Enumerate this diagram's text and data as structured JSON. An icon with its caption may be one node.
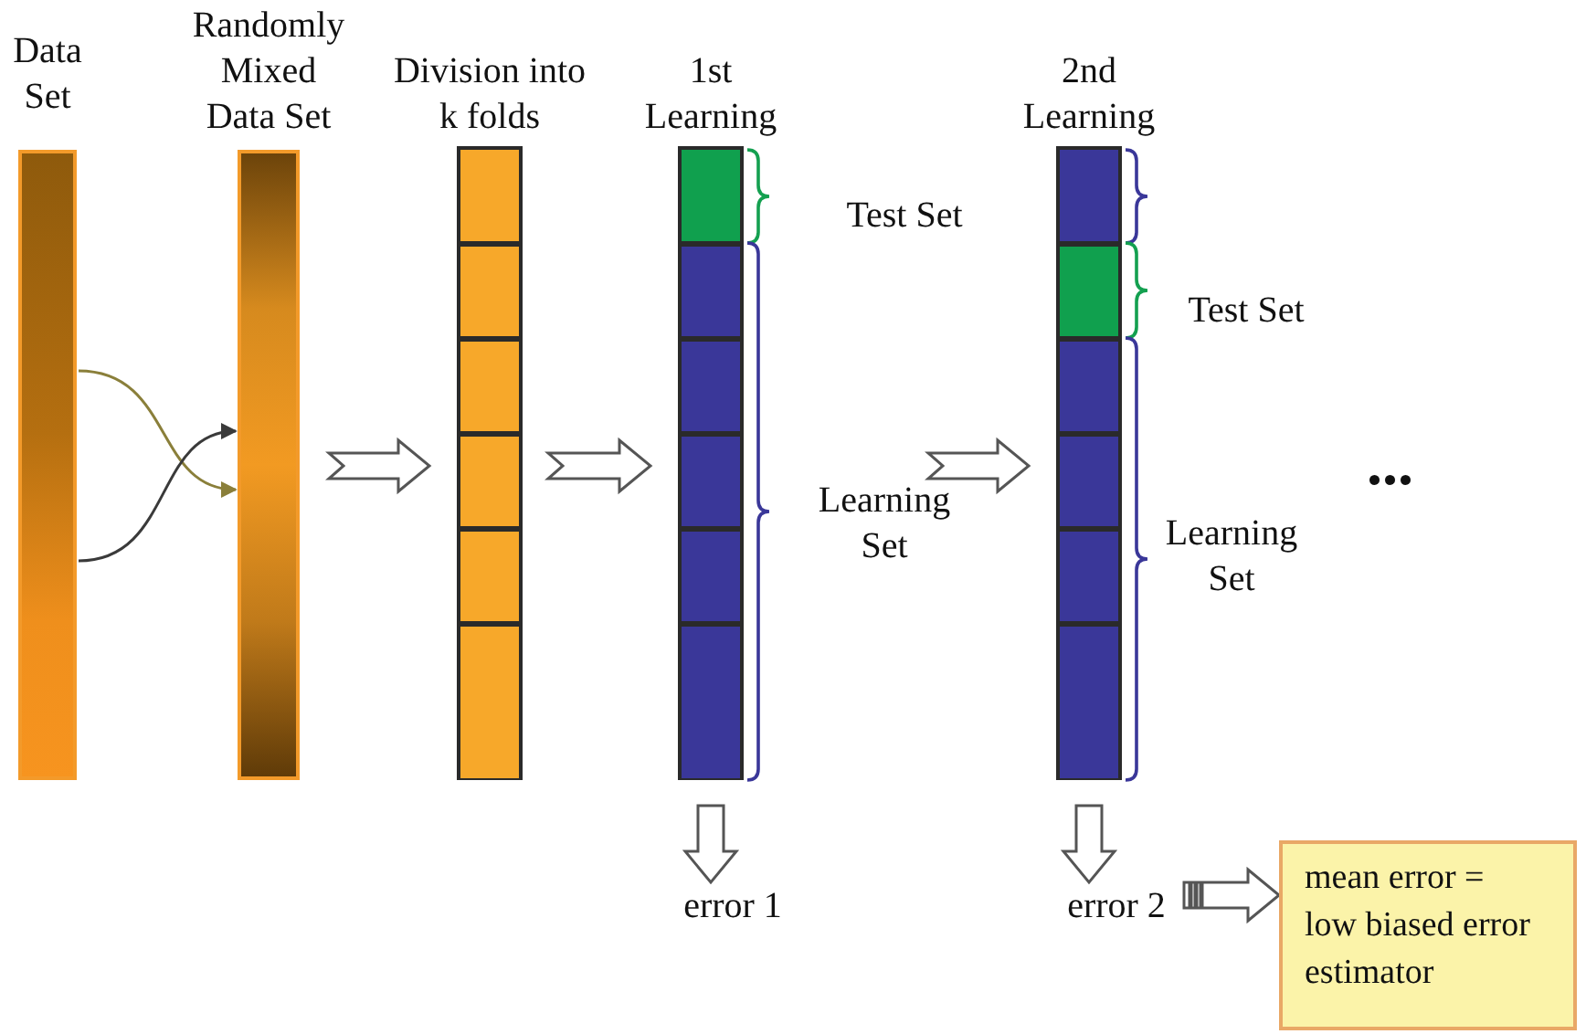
{
  "diagram": {
    "nodes": [
      {
        "text": [
          "Data Set"
        ]
      },
      {
        "text": [
          "Randomly Mixed Data Set"
        ]
      },
      {
        "text": [
          "Division into k folds"
        ]
      },
      {
        "text": [
          "1st Learning"
        ],
        "beside": [
          "Test Set",
          "Learning Set"
        ]
      },
      {
        "text": [
          "2nd Learning"
        ],
        "beside": [
          "Test Set",
          "Learning Set"
        ]
      },
      {
        "text": [
          "error 1"
        ]
      },
      {
        "text": [
          "error 2"
        ]
      },
      {
        "text": [
          "mean error = low biased error estimator"
        ]
      }
    ],
    "edges": [
      {
        "from": 0,
        "to": 1,
        "arrow": "to",
        "color": "#8a7f3a"
      },
      {
        "from": 0,
        "to": 1,
        "arrow": "to",
        "color": "#3a3a3a"
      },
      {
        "from": 1,
        "to": 2,
        "arrow": "to"
      },
      {
        "from": 2,
        "to": 3,
        "arrow": "to"
      },
      {
        "from": 3,
        "to": 4,
        "arrow": "to"
      },
      {
        "from": 3,
        "to": 5,
        "arrow": "to"
      },
      {
        "from": 4,
        "to": 6,
        "arrow": "to"
      },
      {
        "from": 6,
        "to": 7,
        "arrow": "to"
      }
    ],
    "labels": [
      "..."
    ]
  }
}
